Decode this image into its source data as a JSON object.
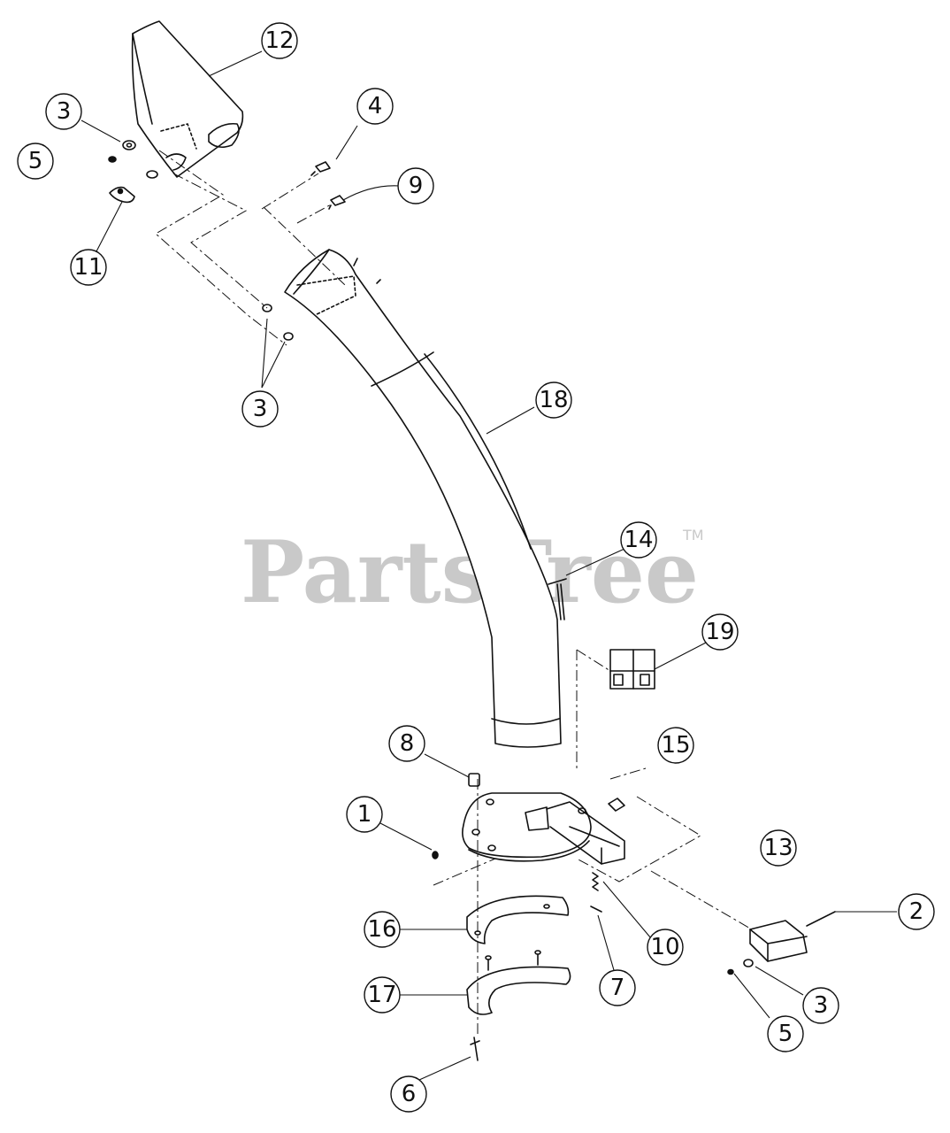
{
  "watermark": {
    "text": "PartsTree",
    "tm": "TM",
    "color": "#c9c9c9"
  },
  "callouts": [
    {
      "id": "c1",
      "label": "12"
    },
    {
      "id": "c2",
      "label": "3"
    },
    {
      "id": "c3",
      "label": "5"
    },
    {
      "id": "c4",
      "label": "4"
    },
    {
      "id": "c5",
      "label": "9"
    },
    {
      "id": "c6",
      "label": "11"
    },
    {
      "id": "c7",
      "label": "3"
    },
    {
      "id": "c8",
      "label": "18"
    },
    {
      "id": "c9",
      "label": "14"
    },
    {
      "id": "c10",
      "label": "19"
    },
    {
      "id": "c11",
      "label": "8"
    },
    {
      "id": "c12",
      "label": "15"
    },
    {
      "id": "c13",
      "label": "1"
    },
    {
      "id": "c14",
      "label": "13"
    },
    {
      "id": "c15",
      "label": "2"
    },
    {
      "id": "c16",
      "label": "16"
    },
    {
      "id": "c17",
      "label": "10"
    },
    {
      "id": "c18",
      "label": "7"
    },
    {
      "id": "c19",
      "label": "17"
    },
    {
      "id": "c20",
      "label": "3"
    },
    {
      "id": "c21",
      "label": "5"
    },
    {
      "id": "c22",
      "label": "6"
    }
  ]
}
